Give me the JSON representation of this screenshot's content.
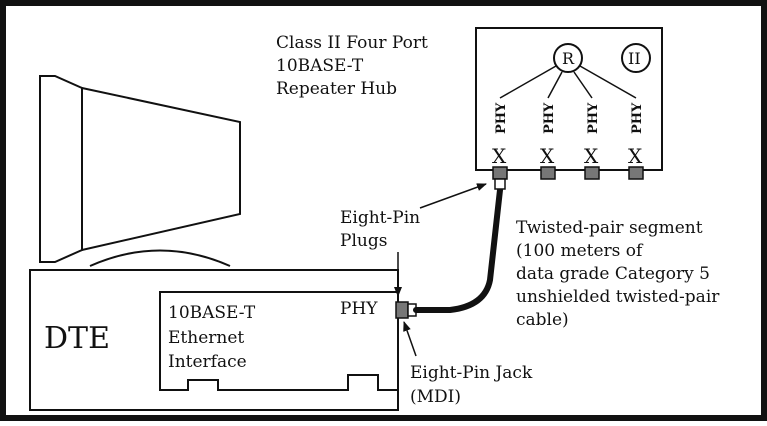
{
  "hub": {
    "title_line1": "Class II Four Port",
    "title_line2": "10BASE-T",
    "title_line3": "Repeater Hub",
    "repeater_symbol": "R",
    "class_symbol": "II",
    "port_labels": [
      "PHY",
      "PHY",
      "PHY",
      "PHY"
    ],
    "port_marker": "X"
  },
  "plugs_label_line1": "Eight-Pin",
  "plugs_label_line2": "Plugs",
  "segment_label": {
    "line1": "Twisted-pair segment",
    "line2": "(100 meters of",
    "line3": "data grade Category 5",
    "line4": "unshielded twisted-pair",
    "line5": "cable)"
  },
  "dte": {
    "label": "DTE",
    "card_line1": "10BASE-T",
    "card_line2": "Ethernet",
    "card_line3": "Interface",
    "phy_label": "PHY"
  },
  "jack_label_line1": "Eight-Pin Jack",
  "jack_label_line2": "(MDI)"
}
